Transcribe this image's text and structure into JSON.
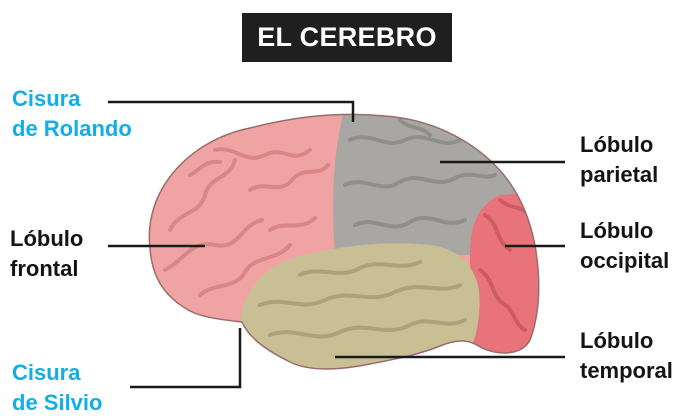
{
  "title": "EL CEREBRO",
  "labels": {
    "cisura_rolando": [
      "Cisura",
      "de Rolando"
    ],
    "lobulo_frontal": [
      "Lóbulo",
      "frontal"
    ],
    "cisura_silvio": [
      "Cisura",
      "de Silvio"
    ],
    "lobulo_parietal": [
      "Lóbulo",
      "parietal"
    ],
    "lobulo_occipital": [
      "Lóbulo",
      "occipital"
    ],
    "lobulo_temporal": [
      "Lóbulo",
      "temporal"
    ]
  },
  "colors": {
    "frontal": "#f0a3a3",
    "parietal": "#a9a7a4",
    "occipital": "#e9737a",
    "temporal": "#c9bf95",
    "label_text": "#141414",
    "fissure_text": "#13aee6",
    "title_bg": "#1f1f1f"
  }
}
